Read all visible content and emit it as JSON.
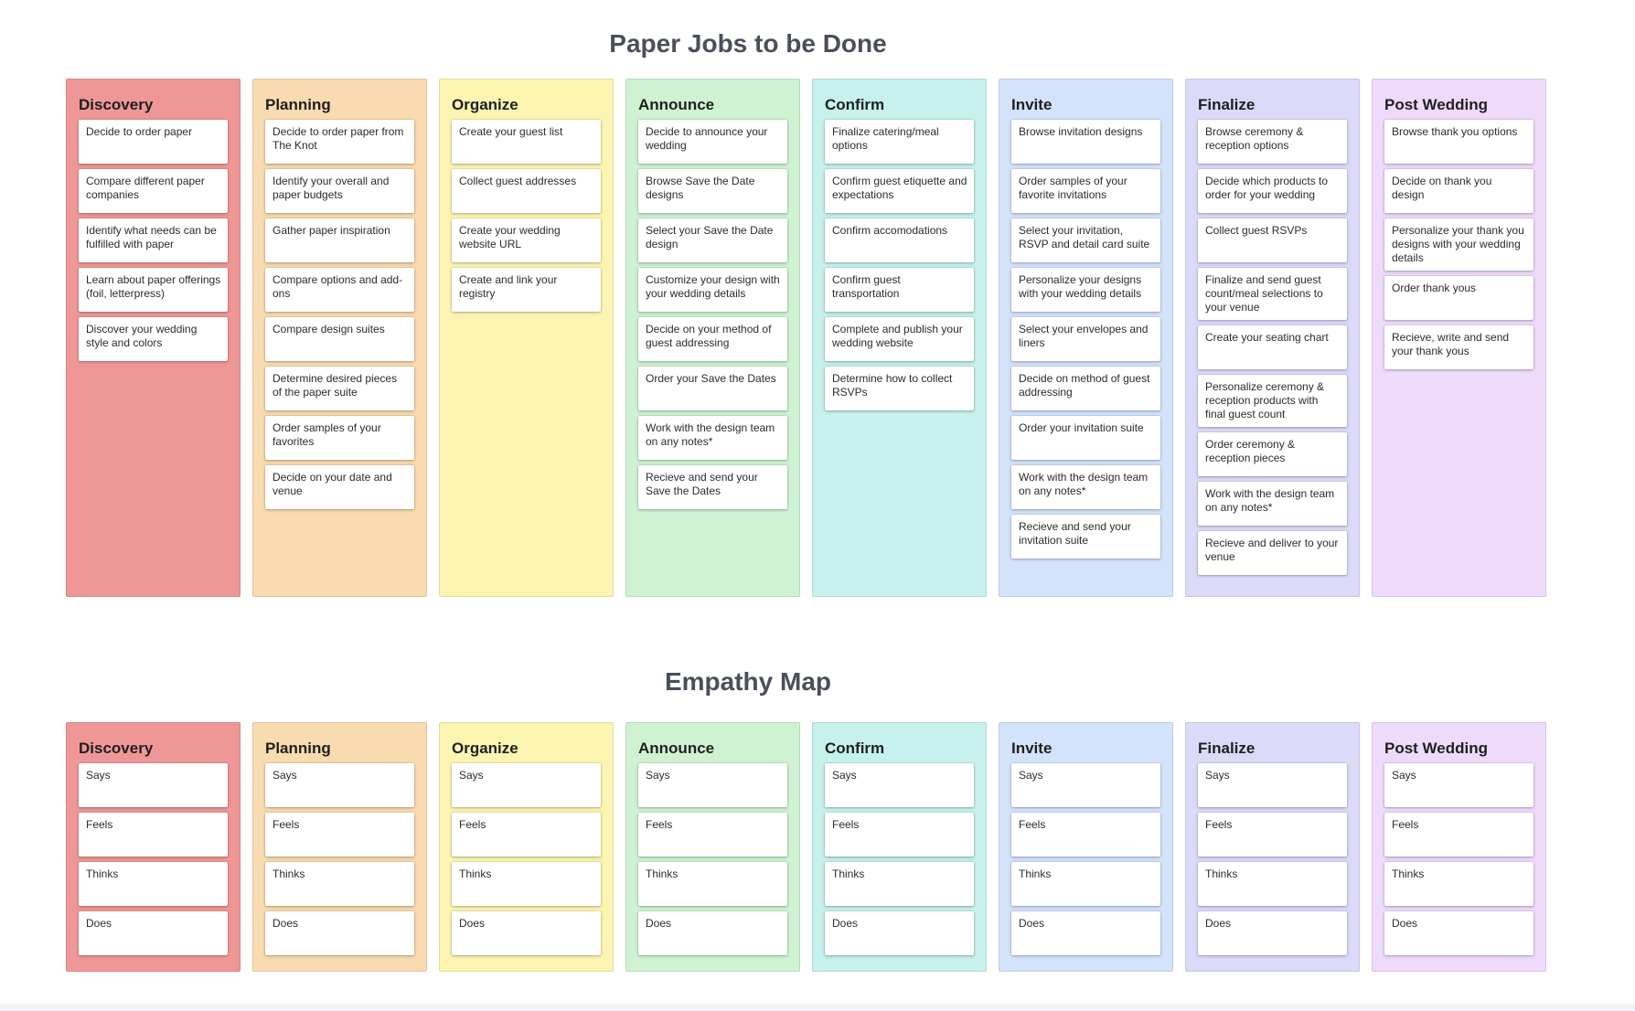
{
  "sections": [
    {
      "title": "Paper Jobs to be Done",
      "columns": [
        {
          "title": "Discovery",
          "color": "#ef9797",
          "cards": [
            "Decide to order paper",
            "Compare different paper companies",
            "Identify what needs can be fulfilled with paper",
            "Learn about paper offerings (foil, letterpress)",
            "Discover your wedding style and colors"
          ]
        },
        {
          "title": "Planning",
          "color": "#f8dbaf",
          "cards": [
            "Decide to order paper from The Knot",
            "Identify your overall and paper budgets",
            "Gather paper inspiration",
            "Compare options and add-ons",
            "Compare design suites",
            "Determine desired pieces of the paper suite",
            "Order samples of your favorites",
            "Decide on your date and venue"
          ]
        },
        {
          "title": "Organize",
          "color": "#fcf5b1",
          "cards": [
            "Create your guest list",
            "Collect guest addresses",
            "Create your wedding website URL",
            "Create and link your registry"
          ]
        },
        {
          "title": "Announce",
          "color": "#cff3d2",
          "cards": [
            "Decide to announce your wedding",
            "Browse Save the Date designs",
            "Select your Save the Date design",
            "Customize your design with your wedding details",
            "Decide on your method of guest addressing",
            "Order your Save the Dates",
            "Work with the design team on any notes*",
            "Recieve and send your Save the Dates"
          ]
        },
        {
          "title": "Confirm",
          "color": "#c6f1ec",
          "cards": [
            "Finalize catering/meal options",
            "Confirm guest etiquette and expectations",
            "Confirm accomodations",
            "Confirm guest transportation",
            "Complete and publish your wedding website",
            "Determine how to collect RSVPs"
          ]
        },
        {
          "title": "Invite",
          "color": "#d3e3fb",
          "cards": [
            "Browse invitation designs",
            "Order samples of your favorite invitations",
            "Select your invitation, RSVP and detail card suite",
            "Personalize your designs with your wedding details",
            "Select your envelopes and liners",
            "Decide on method of guest addressing",
            "Order your invitation suite",
            "Work with the design team on any notes*",
            "Recieve and send your invitation suite"
          ]
        },
        {
          "title": "Finalize",
          "color": "#dcdaf9",
          "cards": [
            "Browse ceremony & reception options",
            "Decide which products to order for your wedding",
            "Collect guest RSVPs",
            "Finalize and send guest count/meal selections to your venue",
            "Create your seating chart",
            "Personalize ceremony & reception products with final guest count",
            "Order ceremony & reception pieces",
            "Work with the design team on any notes*",
            "Recieve and deliver to your venue"
          ]
        },
        {
          "title": "Post Wedding",
          "color": "#eedbfb",
          "cards": [
            "Browse thank you options",
            "Decide on thank you design",
            "Personalize your thank you designs with your wedding details",
            "Order thank yous",
            "Recieve, write and send your thank yous"
          ]
        }
      ]
    },
    {
      "title": "Empathy Map",
      "columns": [
        {
          "title": "Discovery",
          "color": "#ef9797",
          "cards": [
            "Says",
            "Feels",
            "Thinks",
            "Does"
          ]
        },
        {
          "title": "Planning",
          "color": "#f8dbaf",
          "cards": [
            "Says",
            "Feels",
            "Thinks",
            "Does"
          ]
        },
        {
          "title": "Organize",
          "color": "#fcf5b1",
          "cards": [
            "Says",
            "Feels",
            "Thinks",
            "Does"
          ]
        },
        {
          "title": "Announce",
          "color": "#cff3d2",
          "cards": [
            "Says",
            "Feels",
            "Thinks",
            "Does"
          ]
        },
        {
          "title": "Confirm",
          "color": "#c6f1ec",
          "cards": [
            "Says",
            "Feels",
            "Thinks",
            "Does"
          ]
        },
        {
          "title": "Invite",
          "color": "#d3e3fb",
          "cards": [
            "Says",
            "Feels",
            "Thinks",
            "Does"
          ]
        },
        {
          "title": "Finalize",
          "color": "#dcdaf9",
          "cards": [
            "Says",
            "Feels",
            "Thinks",
            "Does"
          ]
        },
        {
          "title": "Post Wedding",
          "color": "#eedbfb",
          "cards": [
            "Says",
            "Feels",
            "Thinks",
            "Does"
          ]
        }
      ]
    }
  ]
}
